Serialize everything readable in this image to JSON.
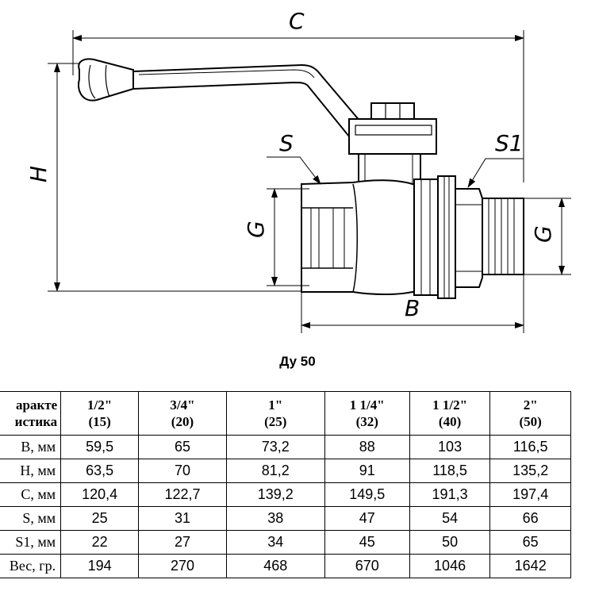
{
  "drawing": {
    "labels": {
      "c": "C",
      "h": "H",
      "s": "S",
      "s1": "S1",
      "g_left": "G",
      "g_right": "G",
      "b": "B"
    }
  },
  "caption": "Ду 50",
  "table": {
    "header_label": [
      "аракте",
      "истика"
    ],
    "columns": [
      {
        "size": "1/2\"",
        "dn": "(15)"
      },
      {
        "size": "3/4\"",
        "dn": "(20)"
      },
      {
        "size": "1\"",
        "dn": "(25)"
      },
      {
        "size": "1 1/4\"",
        "dn": "(32)"
      },
      {
        "size": "1 1/2\"",
        "dn": "(40)"
      },
      {
        "size": "2\"",
        "dn": "(50)"
      }
    ],
    "rows": [
      {
        "label": "B, мм",
        "values": [
          "59,5",
          "65",
          "73,2",
          "88",
          "103",
          "116,5"
        ]
      },
      {
        "label": "H, мм",
        "values": [
          "63,5",
          "70",
          "81,2",
          "91",
          "118,5",
          "135,2"
        ]
      },
      {
        "label": "C, мм",
        "values": [
          "120,4",
          "122,7",
          "139,2",
          "149,5",
          "191,3",
          "197,4"
        ]
      },
      {
        "label": "S, мм",
        "values": [
          "25",
          "31",
          "38",
          "47",
          "54",
          "66"
        ]
      },
      {
        "label": "S1, мм",
        "values": [
          "22",
          "27",
          "34",
          "45",
          "50",
          "65"
        ]
      },
      {
        "label": "Вес, гр.",
        "values": [
          "194",
          "270",
          "468",
          "670",
          "1046",
          "1642"
        ]
      }
    ]
  }
}
